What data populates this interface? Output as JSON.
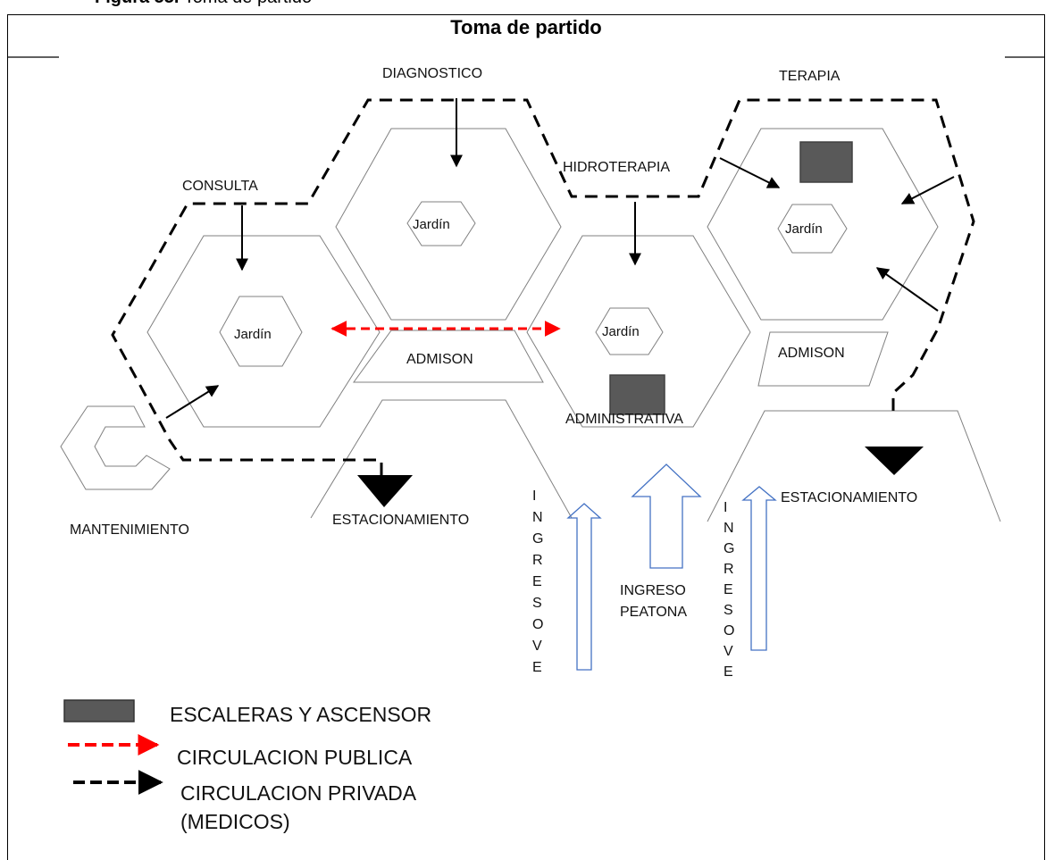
{
  "caption": {
    "prefix": "Figura 53.",
    "text": "Toma de partido"
  },
  "title": "Toma de partido",
  "zones": {
    "consulta": "CONSULTA",
    "diagnostico": "DIAGNOSTICO",
    "terapia": "TERAPIA",
    "hidroterapia": "HIDROTERAPIA",
    "administrativa": "ADMINISTRATIVA",
    "mantenimiento": "MANTENIMIENTO",
    "admison_left": "ADMISON",
    "admison_right": "ADMISON",
    "estacionamiento_left": "ESTACIONAMIENTO",
    "estacionamiento_right": "ESTACIONAMIENTO"
  },
  "gardens": {
    "consulta": "Jardín",
    "diagnostico": "Jardín",
    "administrativa": "Jardín",
    "terapia": "Jardín"
  },
  "entrances": {
    "vehicular_left": [
      "I",
      "N",
      "G",
      "R",
      "E",
      "S",
      "O",
      "V",
      "E"
    ],
    "vehicular_right": [
      "I",
      "N",
      "G",
      "R",
      "E",
      "S",
      "O",
      "V",
      "E"
    ],
    "pedestrian": [
      "INGRESO",
      "PEATONA"
    ]
  },
  "legend": {
    "stairs": "ESCALERAS Y ASCENSOR",
    "public": "CIRCULACION PUBLICA",
    "private_line1": "CIRCULACION PRIVADA",
    "private_line2": "(MEDICOS)"
  },
  "colors": {
    "public_circulation": "#ff0000",
    "private_circulation": "#000000",
    "stairs_fill": "#595959",
    "entrance_arrow": "#4472c4",
    "hexagon_stroke": "#808080"
  }
}
